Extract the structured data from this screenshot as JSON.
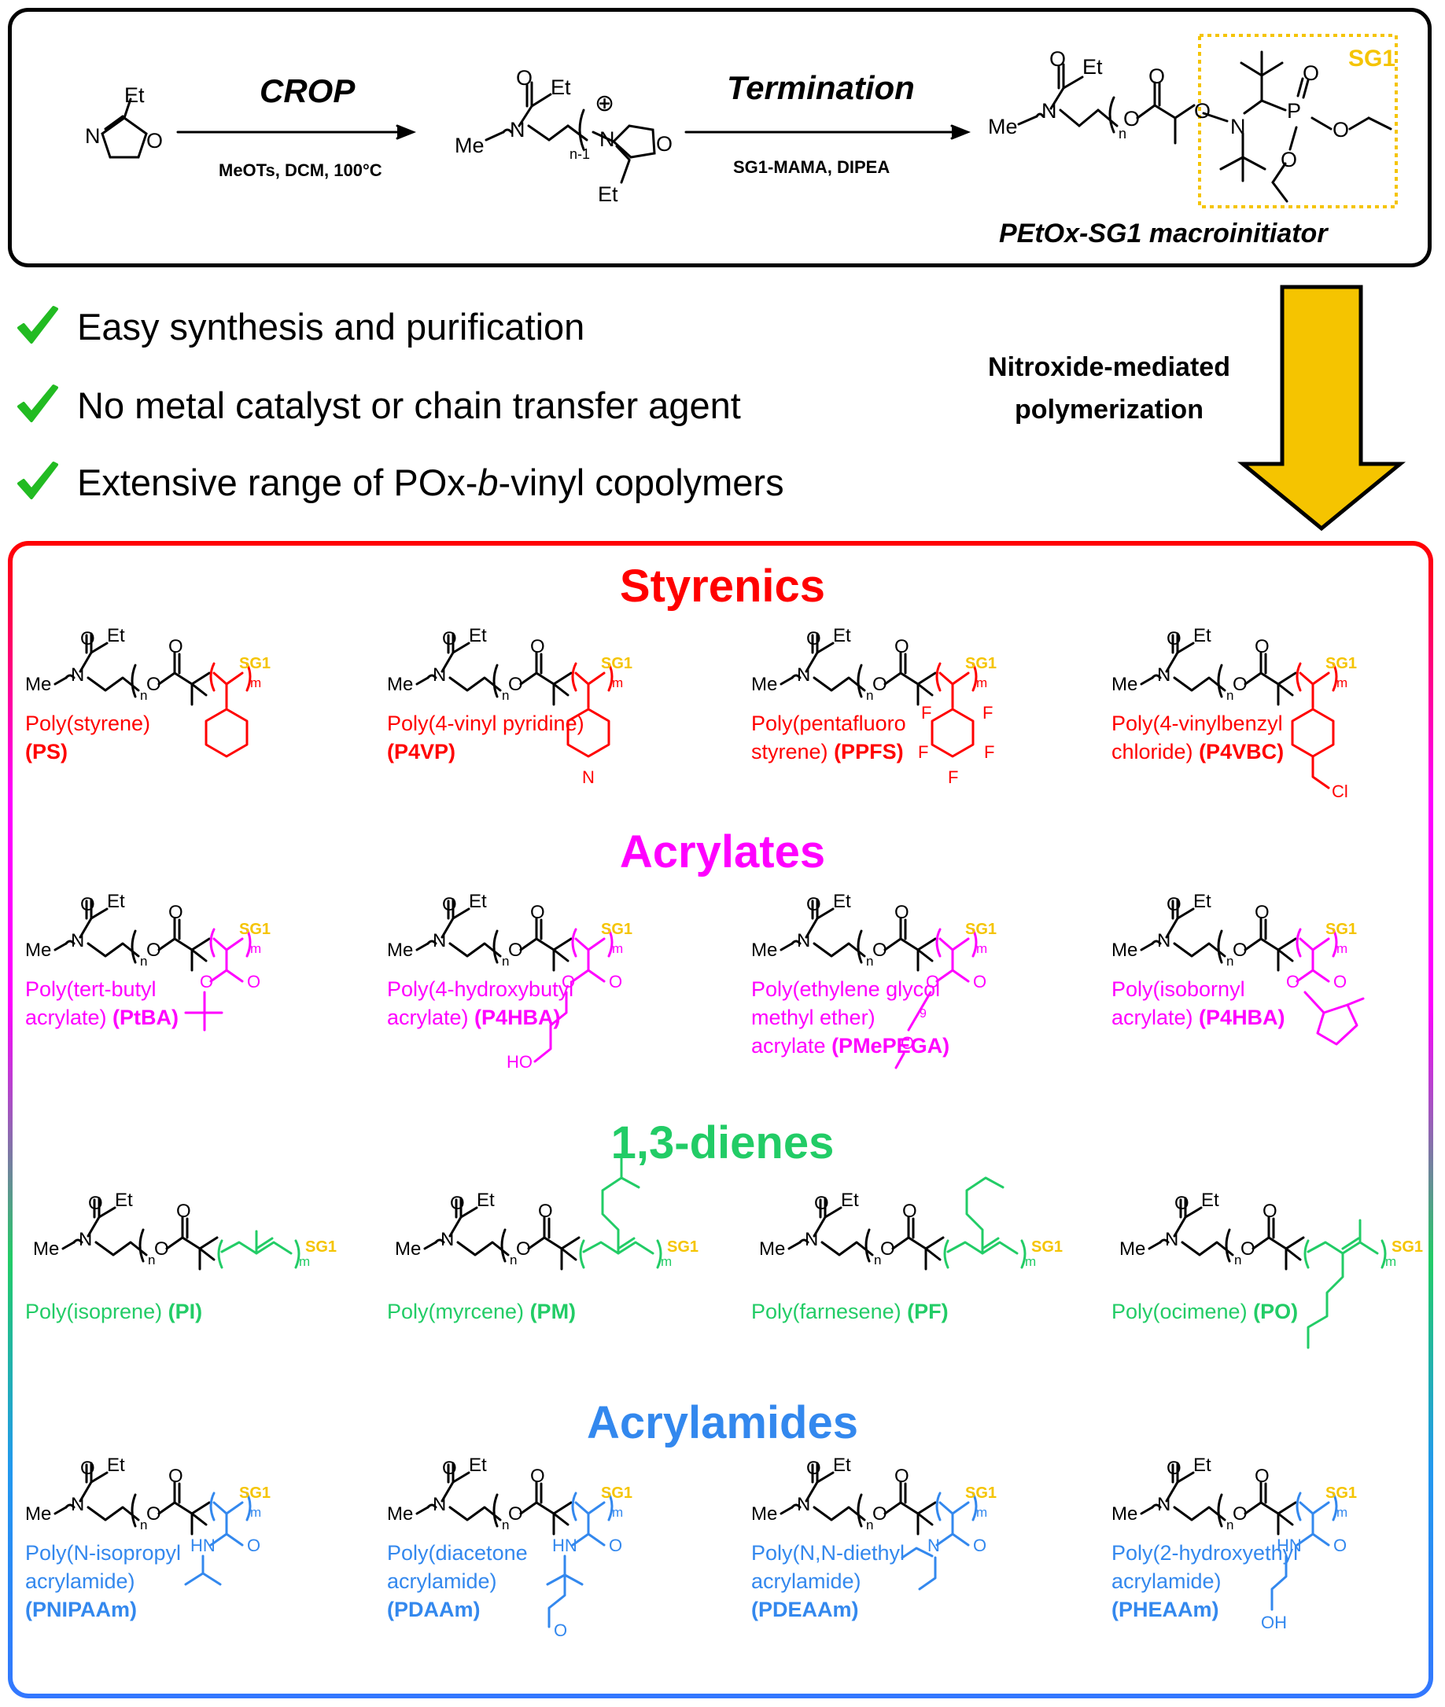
{
  "colors": {
    "styrenics": "#ff0000",
    "acrylates": "#ff00ff",
    "dienes": "#22cc66",
    "acrylamides": "#3388ee",
    "sg1": "#f5c400",
    "check": "#22bb22",
    "arrow": "#f5c400"
  },
  "scheme": {
    "monomer": {
      "substituent": "Et",
      "n": "N",
      "o": "O"
    },
    "step1": {
      "title": "CROP",
      "conditions": "MeOTs, DCM, 100°C"
    },
    "intermediate": {
      "o": "O",
      "et": "Et",
      "me": "Me",
      "n": "N",
      "sub_n": "n-1",
      "charge": "⊕",
      "n2": "N",
      "o2": "O",
      "et2": "Et"
    },
    "step2": {
      "title": "Termination",
      "conditions": "SG1-MAMA, DIPEA"
    },
    "product": {
      "sg1_label": "SG1",
      "name": "PEtOx-SG1 macroinitiator",
      "o": "O",
      "et": "Et",
      "me": "Me",
      "n": "N",
      "sub_n": "n",
      "o2": "O",
      "o3": "O",
      "on": "O",
      "nn": "N",
      "p": "P",
      "po": "O",
      "po2": "O",
      "po3": "O"
    }
  },
  "advantages": [
    {
      "icon": "checkmark-icon",
      "pre": "Easy synthesis and purification",
      "ital": "",
      "post": ""
    },
    {
      "icon": "checkmark-icon",
      "pre": "No metal catalyst or chain transfer agent",
      "ital": "",
      "post": ""
    },
    {
      "icon": "checkmark-icon",
      "pre": "Extensive range of POx-",
      "ital": "b",
      "post": "-vinyl copolymers"
    }
  ],
  "nmp_label": {
    "line1": "Nitroxide-mediated",
    "line2": "polymerization"
  },
  "common": {
    "o": "O",
    "et": "Et",
    "me": "Me",
    "n": "N",
    "sub_n": "n",
    "o2": "O",
    "o3": "O",
    "sub_m": "m",
    "sg1": "SG1"
  },
  "categories": [
    {
      "title": "Styrenics",
      "items": [
        {
          "name_lines": [
            "Poly(styrene)"
          ],
          "abbr": "(PS)",
          "side": "phenyl",
          "atoms": []
        },
        {
          "name_lines": [
            "Poly(4-vinyl pyridine)"
          ],
          "abbr": "(P4VP)",
          "side": "pyridine",
          "atoms": [
            "N"
          ]
        },
        {
          "name_lines": [
            "Poly(pentafluoro",
            "styrene)"
          ],
          "abbr": "(PPFS)",
          "side": "pentafluoro",
          "atoms": [
            "F",
            "F",
            "F",
            "F",
            "F"
          ]
        },
        {
          "name_lines": [
            "Poly(4-vinylbenzyl",
            "chloride)"
          ],
          "abbr": "(P4VBC)",
          "side": "benzylchloride",
          "atoms": [
            "Cl"
          ]
        }
      ]
    },
    {
      "title": "Acrylates",
      "items": [
        {
          "name_lines": [
            "Poly(tert-butyl",
            "acrylate)"
          ],
          "abbr": "(PtBA)",
          "side": "tbuester",
          "atoms": [
            "O",
            "O"
          ]
        },
        {
          "name_lines": [
            "Poly(4-hydroxybutyl",
            "acrylate)"
          ],
          "abbr": "(P4HBA)",
          "side": "hbester",
          "atoms": [
            "O",
            "O",
            "HO"
          ]
        },
        {
          "name_lines": [
            "Poly(ethylene glycol",
            "methyl ether)",
            "acrylate"
          ],
          "abbr": "(PMePEGA)",
          "side": "pegester",
          "atoms": [
            "O",
            "O",
            "O",
            "9"
          ]
        },
        {
          "name_lines": [
            "Poly(isobornyl",
            "acrylate)"
          ],
          "abbr": "(P4HBA)",
          "side": "isobornyl",
          "atoms": [
            "O",
            "O"
          ]
        }
      ]
    },
    {
      "title": "1,3-dienes",
      "items": [
        {
          "name_lines": [
            "Poly(isoprene)"
          ],
          "abbr": "(PI)",
          "side": "isoprene",
          "atoms": []
        },
        {
          "name_lines": [
            "Poly(myrcene)"
          ],
          "abbr": "(PM)",
          "side": "myrcene",
          "atoms": []
        },
        {
          "name_lines": [
            "Poly(farnesene)"
          ],
          "abbr": "(PF)",
          "side": "farnesene",
          "atoms": []
        },
        {
          "name_lines": [
            "Poly(ocimene)"
          ],
          "abbr": "(PO)",
          "side": "ocimene",
          "atoms": []
        }
      ]
    },
    {
      "title": "Acrylamides",
      "items": [
        {
          "name_lines": [
            "Poly(N-isopropyl",
            "acrylamide)"
          ],
          "abbr": "(PNIPAAm)",
          "side": "nipam",
          "atoms": [
            "HN",
            "O"
          ]
        },
        {
          "name_lines": [
            "Poly(diacetone",
            "acrylamide)"
          ],
          "abbr": "(PDAAm)",
          "side": "daam",
          "atoms": [
            "HN",
            "O",
            "O"
          ]
        },
        {
          "name_lines": [
            "Poly(N,N-diethyl",
            "acrylamide)"
          ],
          "abbr": "(PDEAAm)",
          "side": "deaam",
          "atoms": [
            "N",
            "O"
          ]
        },
        {
          "name_lines": [
            "Poly(2-hydroxyethyl",
            "acrylamide)"
          ],
          "abbr": "(PHEAAm)",
          "side": "heaam",
          "atoms": [
            "HN",
            "O",
            "OH"
          ]
        }
      ]
    }
  ]
}
